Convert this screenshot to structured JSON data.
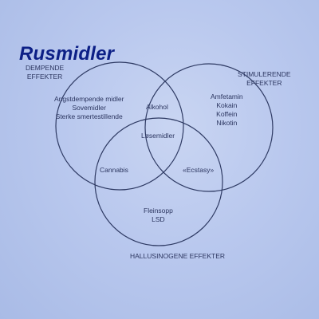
{
  "title": "Rusmidler",
  "sets": {
    "dempende": {
      "label_lines": [
        "DEMPENDE",
        "EFFEKTER"
      ]
    },
    "stimulerende": {
      "label_lines": [
        "STIMULERENDE",
        "EFFEKTER"
      ]
    },
    "hallusinogene": {
      "label": "HALLUSINOGENE EFFEKTER"
    }
  },
  "regions": {
    "dempende_only": [
      "Angstdempende midler",
      "Sovemidler",
      "Sterke smertestillende"
    ],
    "stimulerende_only": [
      "Amfetamin",
      "Kokain",
      "Koffein",
      "Nikotin"
    ],
    "dempende_stimulerende": "Alkohol",
    "all_three": "Løsemidler",
    "dempende_hallusinogene": "Cannabis",
    "stimulerende_hallusinogene": "«Ecstasy»",
    "hallusinogene_only": [
      "Fleinsopp",
      "LSD"
    ]
  },
  "colors": {
    "title": "#0c1f86",
    "circle_stroke": "#2e3a63",
    "text": "#2c3660"
  }
}
